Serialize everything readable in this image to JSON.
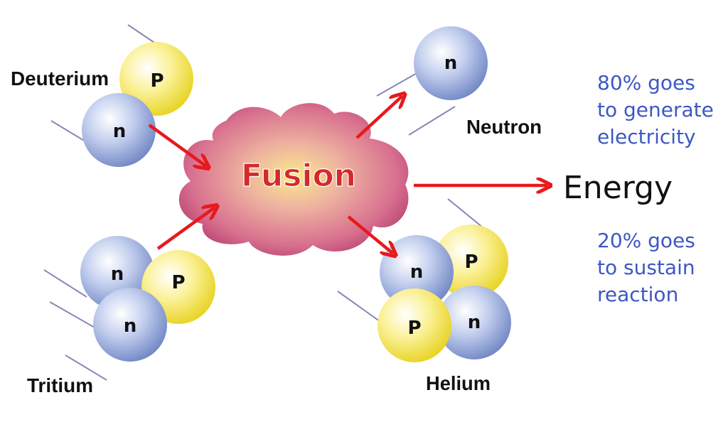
{
  "labels": {
    "deuterium": "Deuterium",
    "tritium": "Tritium",
    "neutron": "Neutron",
    "helium": "Helium",
    "fusion": "Fusion",
    "energy": "Energy"
  },
  "notes": {
    "top": [
      "80% goes",
      "to generate",
      "electricity"
    ],
    "bottom": [
      "20% goes",
      "to sustain",
      "reaction"
    ]
  },
  "particle_letters": {
    "proton": "P",
    "neutron": "n"
  },
  "colors": {
    "arrow": "#e8191c",
    "proton": "#f2e44a",
    "neutron": "#8ea4d8",
    "cloud": "#d8708f",
    "fusion_text": "#d42a2a",
    "note_text": "#3d57c4"
  }
}
